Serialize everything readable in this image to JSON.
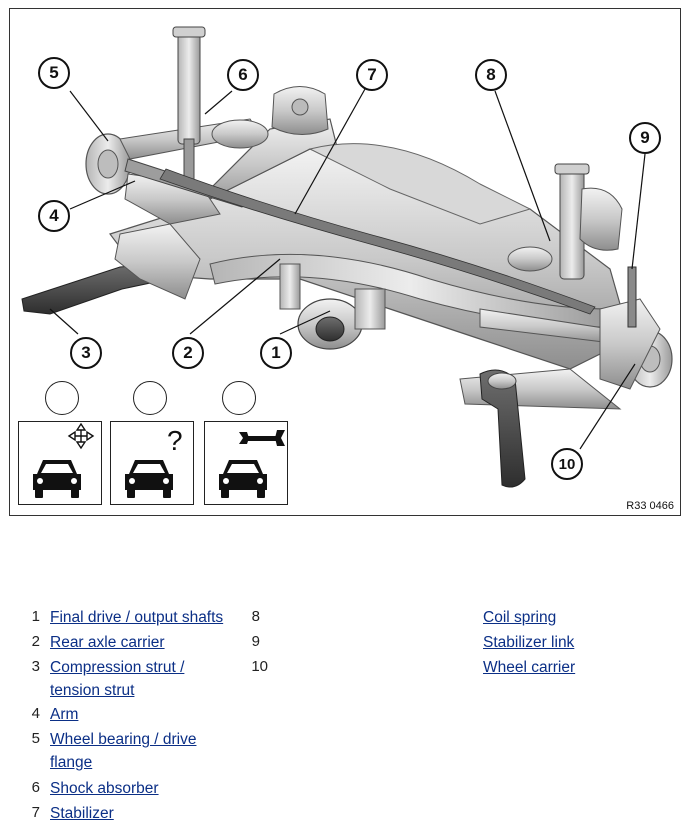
{
  "figure": {
    "ref_code": "R33 0466",
    "callouts": [
      "1",
      "2",
      "3",
      "4",
      "5",
      "6",
      "7",
      "8",
      "9",
      "10"
    ],
    "symbols": [
      {
        "name": "move-car-icon"
      },
      {
        "name": "question-car-icon"
      },
      {
        "name": "wrench-car-icon"
      }
    ]
  },
  "legend": {
    "left_column": [
      {
        "number": "1",
        "label": "Final drive / output shafts"
      },
      {
        "number": "2",
        "label": "Rear axle carrier"
      },
      {
        "number": "3",
        "label_line1": "Compression strut /",
        "label_line2": "tension strut"
      },
      {
        "number": "4",
        "label": "Arm"
      },
      {
        "number": "5",
        "label_line1": "Wheel bearing / drive",
        "label_line2": "flange"
      },
      {
        "number": "6",
        "label": "Shock absorber"
      },
      {
        "number": "7",
        "label": "Stabilizer"
      }
    ],
    "right_column": [
      {
        "number": "8",
        "label": "Coil spring"
      },
      {
        "number": "9",
        "label": "Stabilizer link"
      },
      {
        "number": "10",
        "label": "Wheel carrier"
      }
    ]
  }
}
